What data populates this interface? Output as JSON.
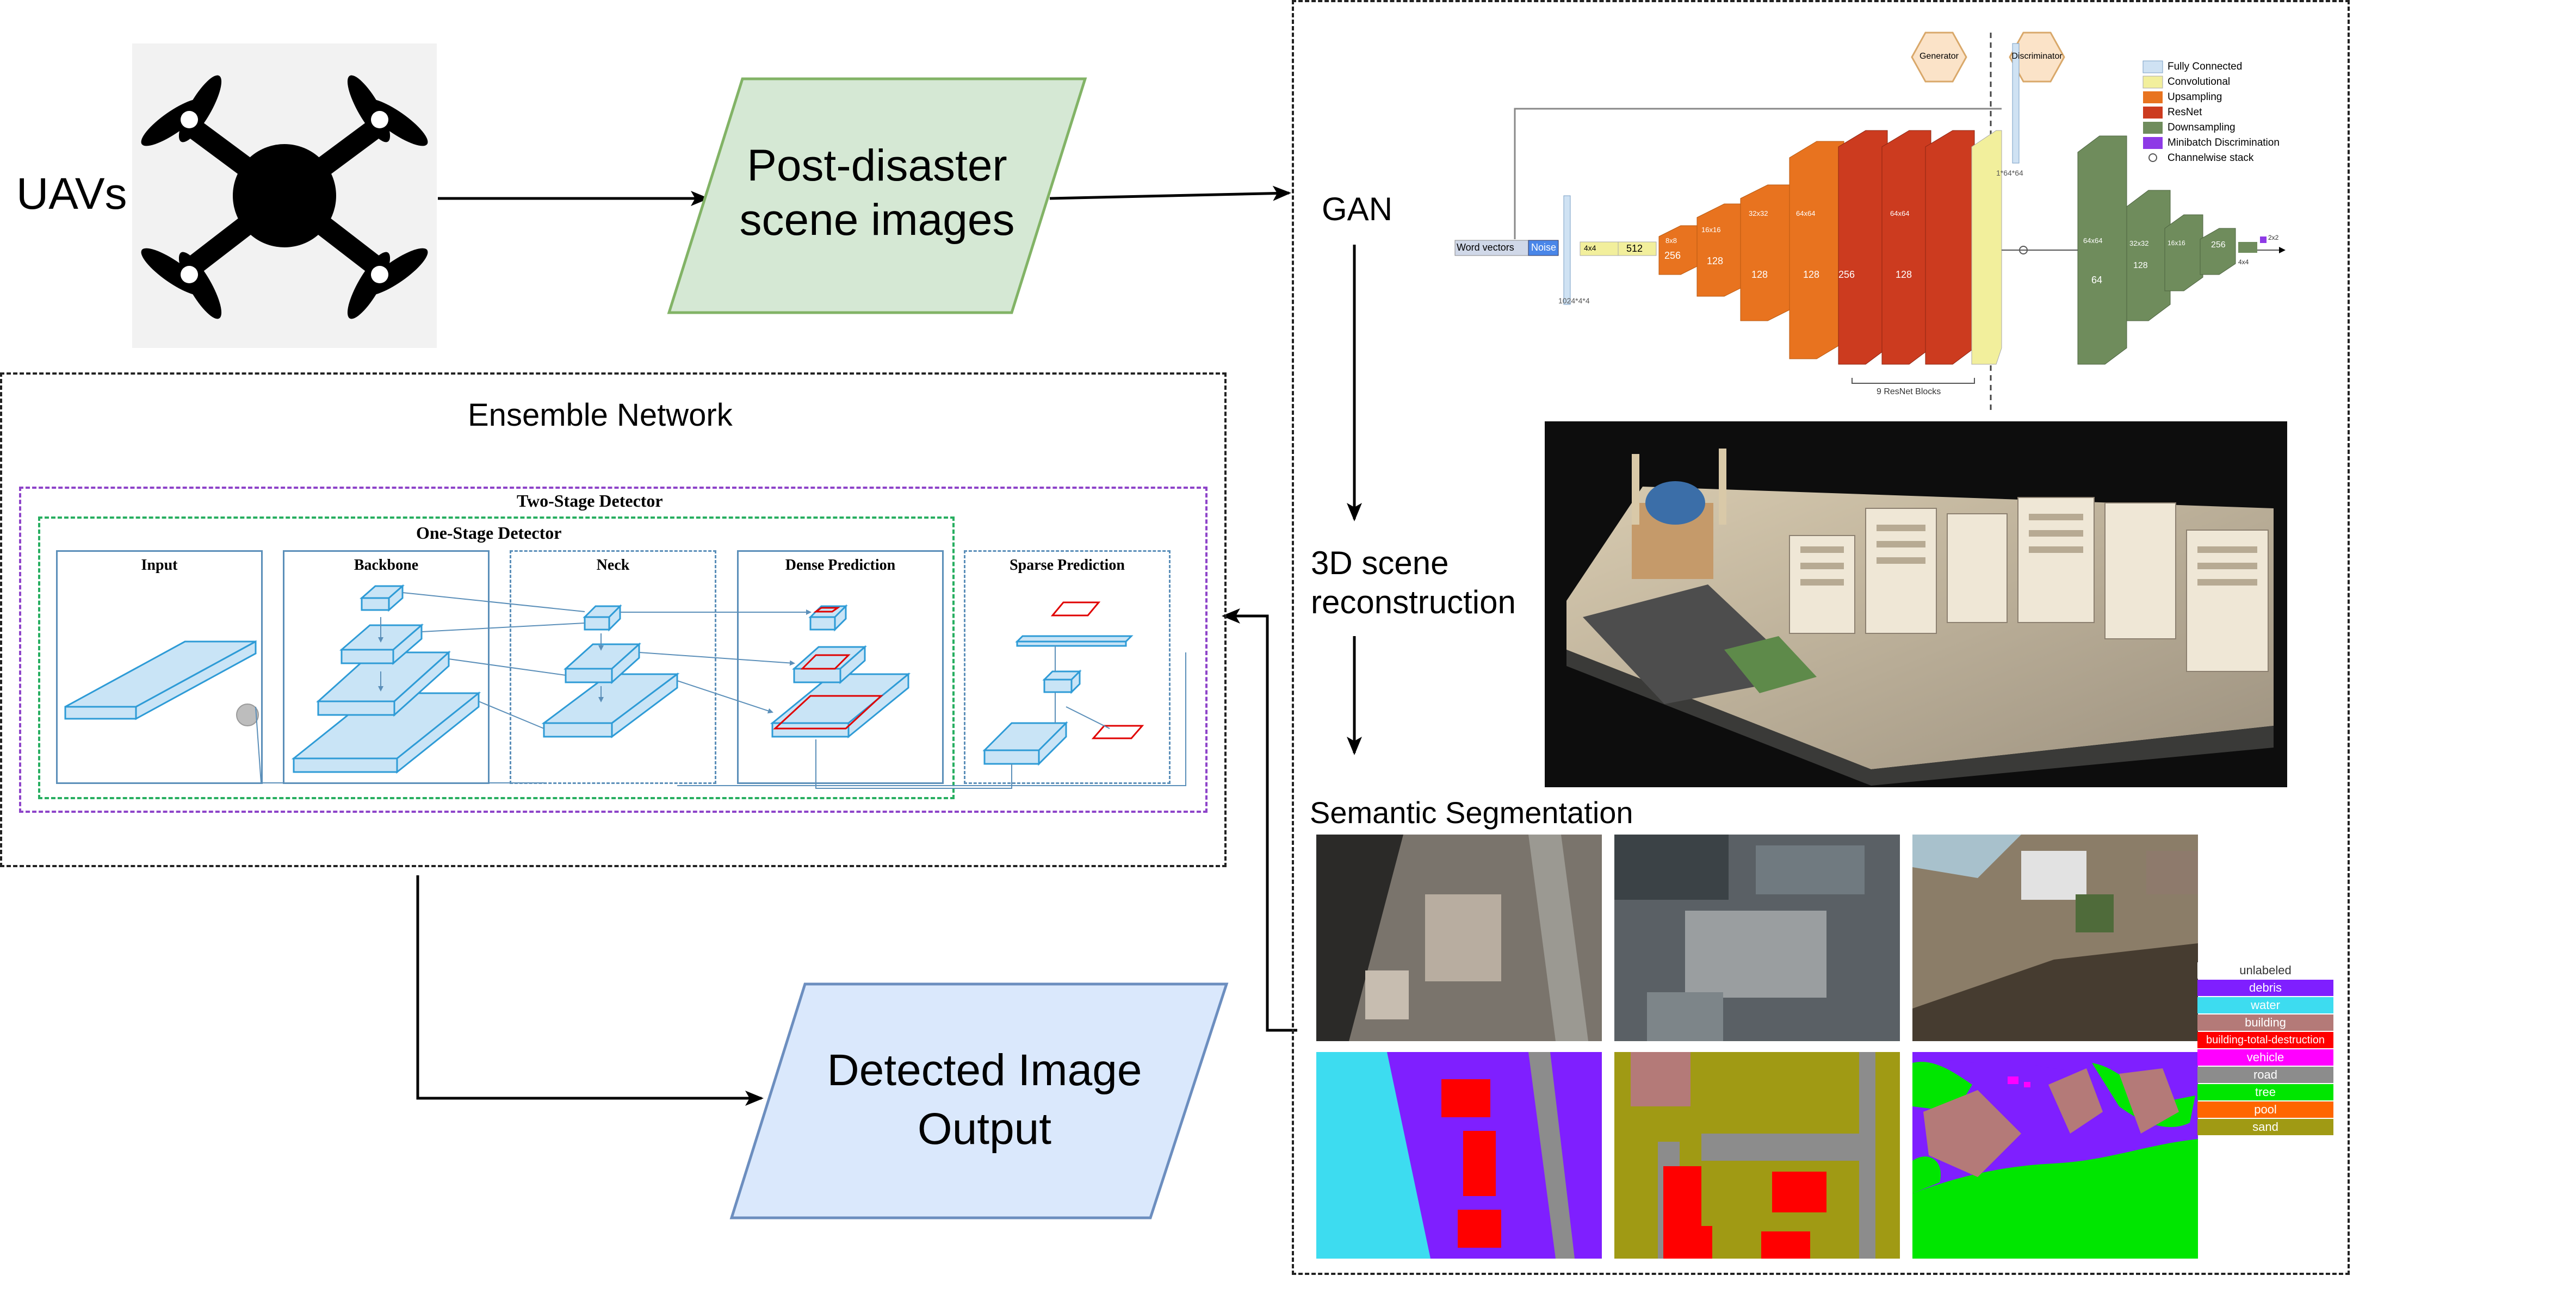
{
  "source": {
    "label": "UAVs"
  },
  "process": {
    "label_line1": "Post-disaster",
    "label_line2": "scene images"
  },
  "output": {
    "label_line1": "Detected Image",
    "label_line2": "Output"
  },
  "gan": {
    "label": "GAN",
    "generator_label": "Generator",
    "discriminator_label": "Discriminator",
    "input_labels": [
      "Word vectors",
      "Noise"
    ],
    "noise_shape": "1024*4*4",
    "disc_shape": "1*64*64",
    "resnet_caption": "9 ResNet Blocks",
    "generator_dims": [
      "4x4",
      "512",
      "8x8",
      "256",
      "16x16",
      "128",
      "32x32",
      "128",
      "64x64",
      "128",
      "64x64",
      "128"
    ],
    "generator_dims_extra": [
      "256"
    ],
    "discriminator_dims": [
      "64x64",
      "64",
      "32x32",
      "128",
      "16x16",
      "256",
      "4x4",
      "2x2"
    ],
    "legend": [
      {
        "label": "Fully Connected",
        "color": "#cfe2f3"
      },
      {
        "label": "Convolutional",
        "color": "#f2ef9c"
      },
      {
        "label": "Upsampling",
        "color": "#e8731f"
      },
      {
        "label": "ResNet",
        "color": "#cc3b1f"
      },
      {
        "label": "Downsampling",
        "color": "#6f8c5c"
      },
      {
        "label": "Minibatch Discrimination",
        "color": "#8e3ae6"
      },
      {
        "label": "Channelwise stack",
        "color": "#ffffff"
      }
    ]
  },
  "reconstruction": {
    "label_line1": "3D scene",
    "label_line2": "reconstruction"
  },
  "segmentation": {
    "label": "Semantic Segmentation",
    "legend": [
      {
        "label": "unlabeled",
        "color": "#ffffff",
        "text_color": "#333333"
      },
      {
        "label": "debris",
        "color": "#7f1fff"
      },
      {
        "label": "water",
        "color": "#3ddcf0"
      },
      {
        "label": "building",
        "color": "#b47a78"
      },
      {
        "label": "building-total-destruction",
        "color": "#ff0000"
      },
      {
        "label": "vehicle",
        "color": "#ff00ff"
      },
      {
        "label": "road",
        "color": "#8c8c8c"
      },
      {
        "label": "tree",
        "color": "#00e600"
      },
      {
        "label": "pool",
        "color": "#ff6600"
      },
      {
        "label": "sand",
        "color": "#a09a14"
      }
    ]
  },
  "ensemble": {
    "title": "Ensemble Network",
    "two_stage": "Two-Stage Detector",
    "one_stage": "One-Stage Detector",
    "stages": [
      "Input",
      "Backbone",
      "Neck",
      "Dense Prediction",
      "Sparse Prediction"
    ]
  }
}
